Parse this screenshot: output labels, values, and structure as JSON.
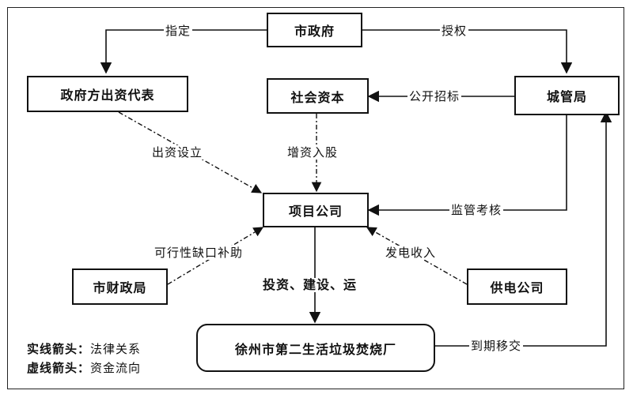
{
  "nodes": {
    "city_gov": "市政府",
    "gov_rep": "政府方出资代表",
    "social_capital": "社会资本",
    "urban_bureau": "城管局",
    "project_company": "项目公司",
    "finance_bureau": "市财政局",
    "power_company": "供电公司",
    "plant": "徐州市第二生活垃圾焚烧厂"
  },
  "edges": {
    "designate": "指定",
    "authorize": "授权",
    "public_tender": "公开招标",
    "establish": "出资设立",
    "capital_increase": "增资入股",
    "supervise": "监管考核",
    "viability_gap": "可行性缺口补助",
    "power_income": "发电收入",
    "invest_build_operate": "投资、建设、运",
    "transfer": "到期移交"
  },
  "legend": {
    "solid_key": "实线箭头：",
    "solid_meaning": "法律关系",
    "dashed_key": "虚线箭头：",
    "dashed_meaning": "资金流向"
  }
}
